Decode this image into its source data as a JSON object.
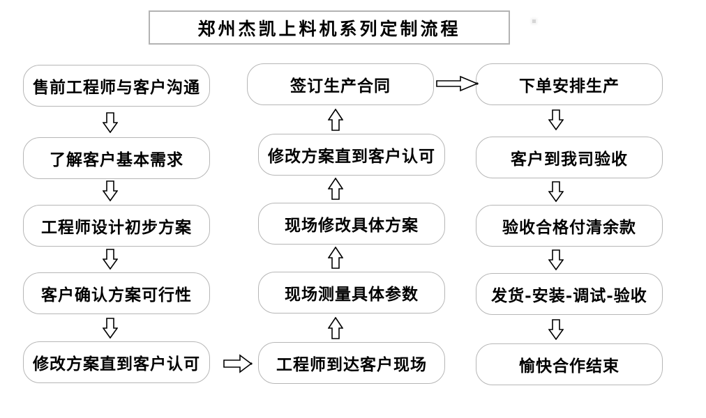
{
  "title": "郑州杰凯上料机系列定制流程",
  "flow": {
    "left_column": {
      "flow_direction": "down",
      "steps": [
        "售前工程师与客户沟通",
        "了解客户基本需求",
        "工程师设计初步方案",
        "客户确认方案可行性",
        "修改方案直到客户认可"
      ]
    },
    "middle_column": {
      "flow_direction": "up",
      "steps": [
        "签订生产合同",
        "修改方案直到客户认可",
        "现场修改具体方案",
        "现场测量具体参数",
        "工程师到达客户现场"
      ]
    },
    "right_column": {
      "flow_direction": "down",
      "steps": [
        "下单安排生产",
        "客户到我司验收",
        "验收合格付清余款",
        "发货-安装-调试-验收",
        "愉快合作结束"
      ]
    },
    "connectors": [
      {
        "from": "签订生产合同",
        "to": "下单安排生产",
        "direction": "right"
      },
      {
        "from": "修改方案直到客户认可",
        "to": "工程师到达客户现场",
        "direction": "right"
      }
    ]
  },
  "colors": {
    "background": "#ffffff",
    "box_border": "#b6b6b6",
    "title_border": "#b3b3b3",
    "text": "#000000",
    "arrow_outline": "#000000",
    "arrow_fill": "#ffffff"
  }
}
